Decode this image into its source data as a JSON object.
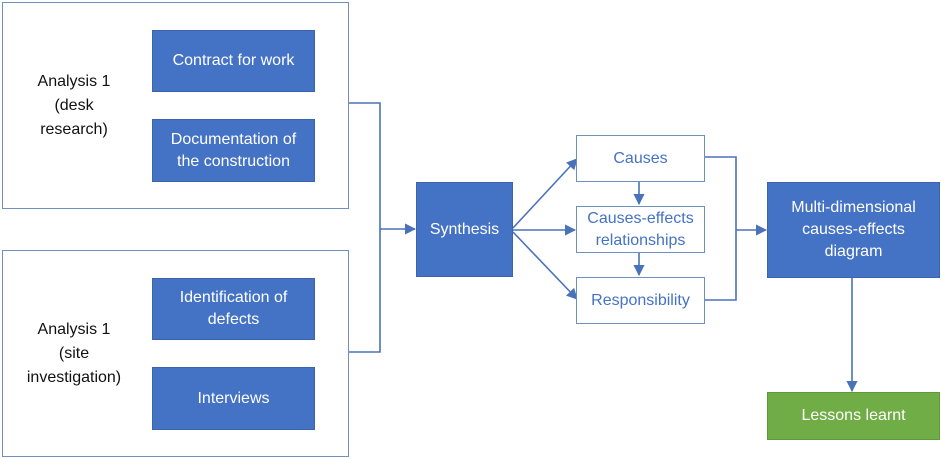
{
  "analysis_desk": {
    "label": "Analysis 1\n(desk\nresearch)",
    "items": [
      "Contract for work",
      "Documentation of the construction"
    ]
  },
  "analysis_site": {
    "label": "Analysis 1\n(site\ninvestigation)",
    "items": [
      "Identification of defects",
      "Interviews"
    ]
  },
  "synthesis": "Synthesis",
  "outcomes": [
    "Causes",
    "Causes-effects relationships",
    "Responsibility"
  ],
  "diagram": "Multi-dimensional causes-effects diagram",
  "lessons": "Lessons learnt",
  "colors": {
    "primary_blue": "#4472c4",
    "line_blue": "#4a72b8",
    "border_blue": "#6f8fbf",
    "green": "#70ad47"
  }
}
